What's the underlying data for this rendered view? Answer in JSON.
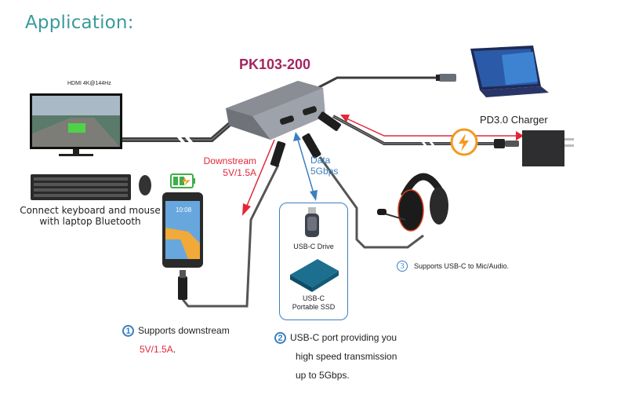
{
  "title": "Application:",
  "product": "PK103-200",
  "devices": {
    "monitor": {
      "label": "HDMI 4K@144Hz",
      "icon": "monitor-icon"
    },
    "laptop": {
      "icon": "laptop-icon"
    },
    "charger": {
      "label": "PD3.0 Charger",
      "icon": "charger-icon"
    },
    "keyboard_mouse": {
      "caption_line1": "Connect keyboard and mouse",
      "caption_line2": "with laptop Bluetooth",
      "icon": "keyboard-icon"
    },
    "phone": {
      "clock": "10:08",
      "icon": "phone-icon"
    },
    "usb_drive": {
      "label": "USB-C Drive",
      "icon": "usb-drive-icon"
    },
    "ssd": {
      "label_line1": "USB-C",
      "label_line2": "Portable SSD",
      "icon": "ssd-icon"
    },
    "headset": {
      "icon": "headset-icon"
    }
  },
  "flows": {
    "downstream": {
      "line1": "Downstream",
      "line2": "5V/1.5A",
      "color": "#e0283a"
    },
    "data": {
      "line1": "Data",
      "line2": "5Gbps",
      "color": "#3a7fc0"
    },
    "power_in_color": "#e0283a"
  },
  "notes": [
    {
      "number": "1",
      "line1": "Supports downstream",
      "line2": "5V/1.5A",
      "line2_suffix": "."
    },
    {
      "number": "2",
      "line1": "USB-C port providing you",
      "line2": "high speed transmission",
      "line3": "up to 5Gbps."
    },
    {
      "number": "3",
      "text": "Supports USB-C to Mic/Audio."
    }
  ],
  "colors": {
    "title": "#3a9a9a",
    "product": "#a3265f",
    "accent_blue": "#3a7fc0",
    "accent_red": "#e0283a",
    "lightning": "#f39a1e"
  }
}
